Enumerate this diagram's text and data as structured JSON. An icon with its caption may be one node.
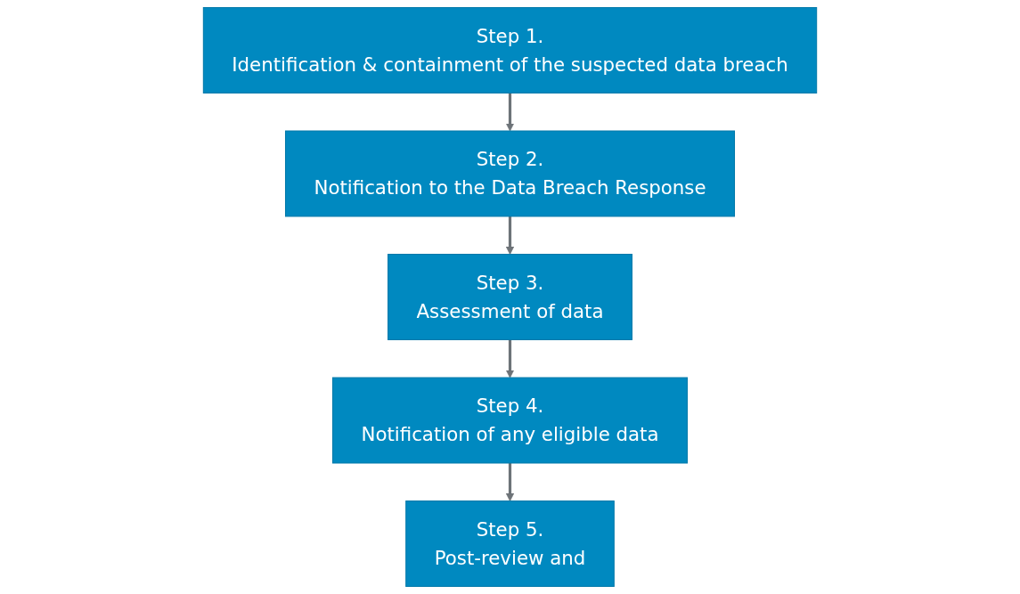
{
  "diagram": {
    "nodes": [
      {
        "text": [
          "Step 1.",
          "Identification & containment of the suspected data breach"
        ]
      },
      {
        "text": [
          "Step 2.",
          "Notification to the Data Breach Response"
        ]
      },
      {
        "text": [
          "Step 3.",
          "Assessment of data"
        ]
      },
      {
        "text": [
          "Step 4.",
          "Notification of any eligible data"
        ]
      },
      {
        "text": [
          "Step 5.",
          "Post-review and"
        ]
      }
    ],
    "edges": [
      {
        "from": 0,
        "to": 1,
        "arrow": "to"
      },
      {
        "from": 1,
        "to": 2,
        "arrow": "to"
      },
      {
        "from": 2,
        "to": 3,
        "arrow": "to"
      },
      {
        "from": 3,
        "to": 4,
        "arrow": "to"
      }
    ]
  }
}
